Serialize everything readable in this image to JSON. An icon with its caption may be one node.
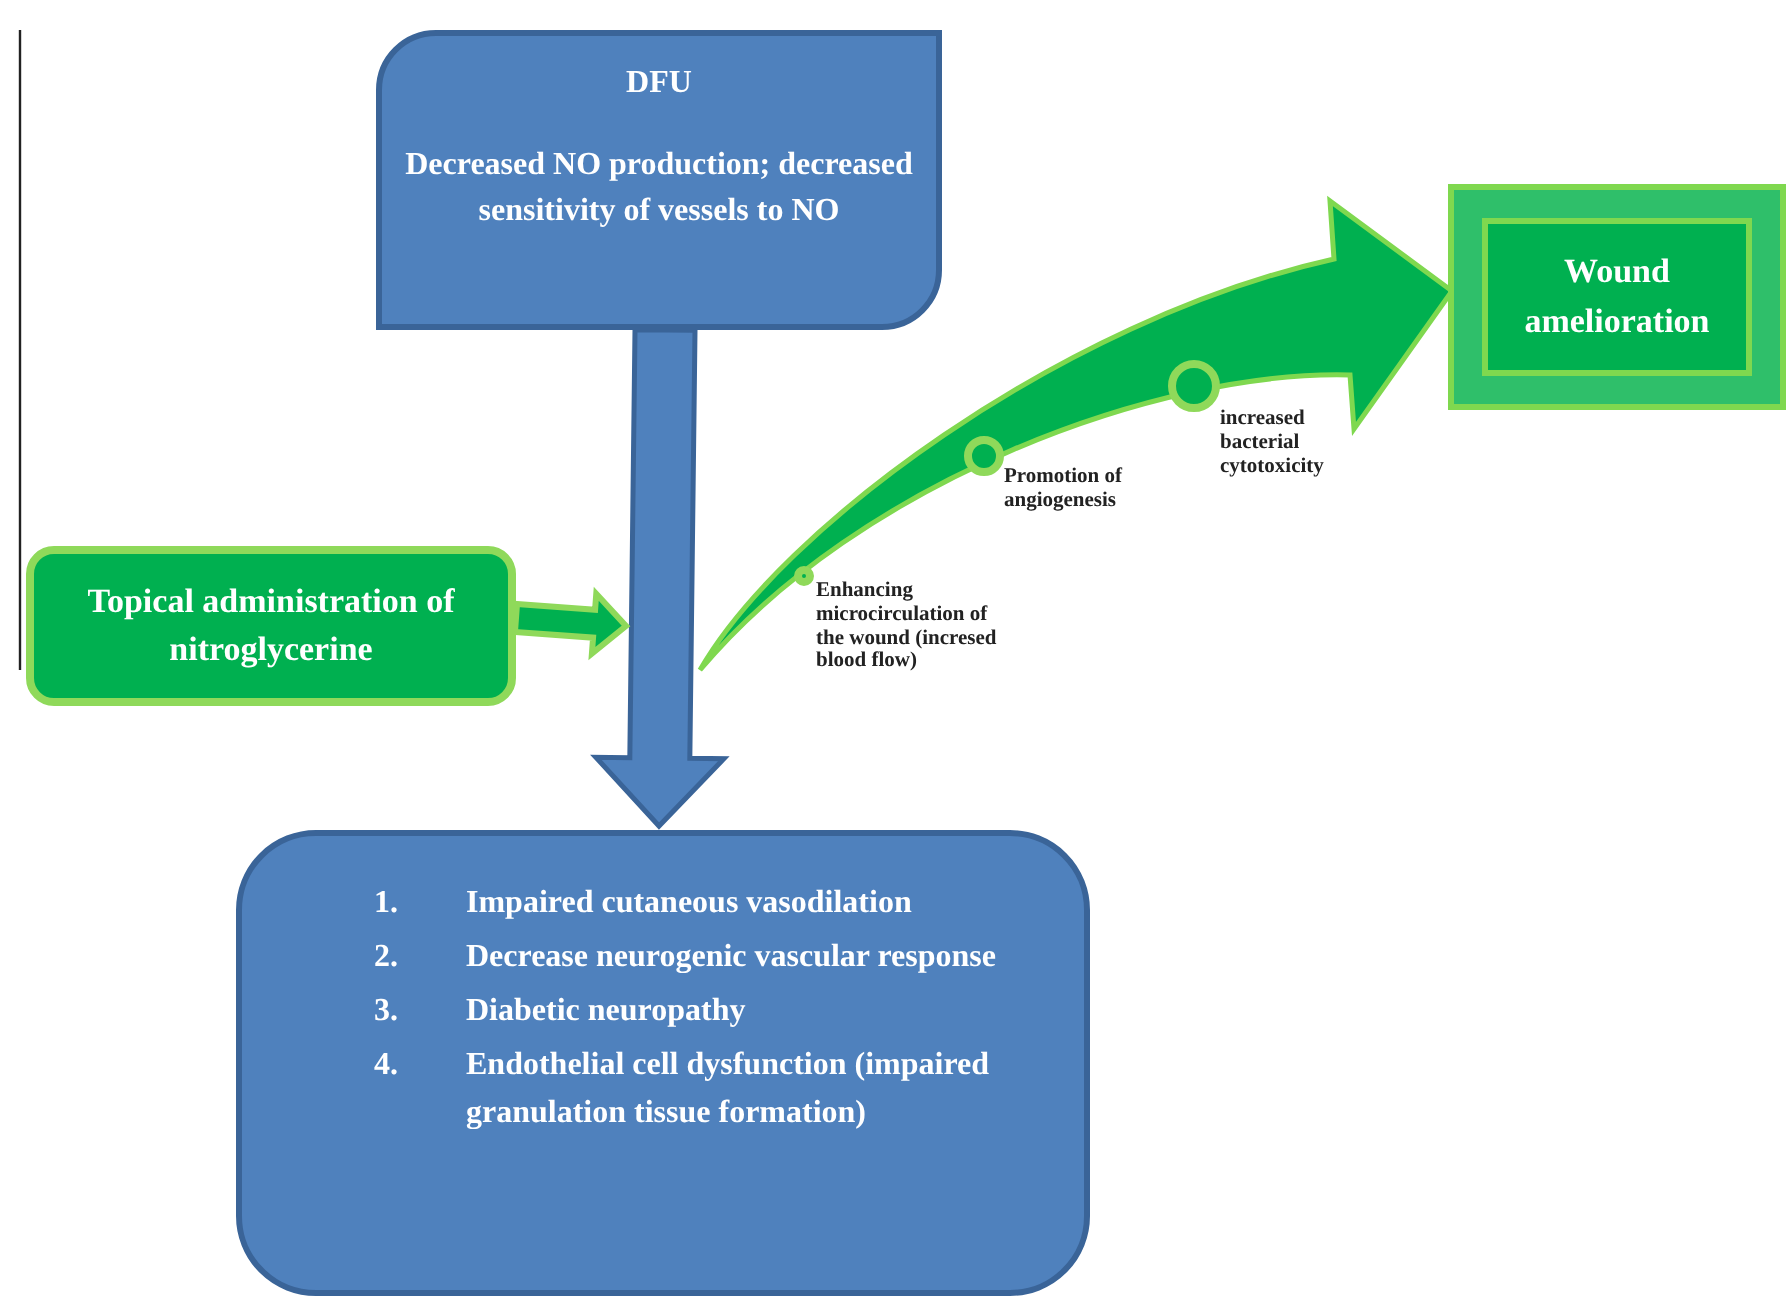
{
  "diagram": {
    "nodes": [
      {
        "text": [
          "DFU",
          "Decreased NO production; decreased sensitivity of vessels to NO"
        ]
      },
      {
        "text": [
          "Topical administration of nitroglycerine"
        ]
      },
      {
        "text": [
          "1.",
          "Impaired cutaneous vasodilation",
          "2.",
          "Decrease neurogenic vascular response",
          "3.",
          "Diabetic neuropathy",
          "4.",
          "Endothelial cell dysfunction (impaired granulation tissue formation)"
        ]
      },
      {
        "text": [
          "Wound amelioration"
        ]
      }
    ],
    "edges": [
      {
        "from": 0,
        "to": 2,
        "arrow": "to",
        "style": "thick",
        "color": "#4f81bd"
      },
      {
        "from": 1,
        "to": null,
        "arrow": "to",
        "style": "thick",
        "color": "#00b050"
      },
      {
        "from": null,
        "to": 3,
        "arrow": "to",
        "style": "thick",
        "color": "#00b050"
      }
    ],
    "labels": [
      "Enhancing microcirculation of the wound (incresed blood flow)",
      "Promotion of angiogenesis",
      "increased bacterial cytotoxicity"
    ]
  }
}
